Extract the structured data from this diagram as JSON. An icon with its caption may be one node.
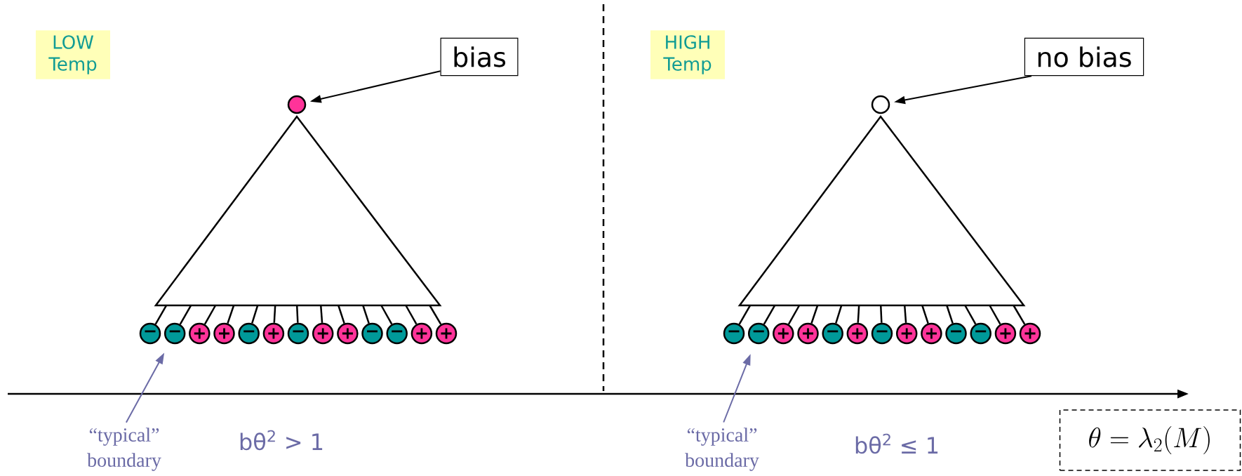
{
  "diagram": {
    "nodes": [
      {
        "text": [
          "LOW Temp"
        ]
      },
      {
        "text": [
          "bias"
        ]
      },
      {
        "text": [],
        "shape": "circle"
      },
      {
        "text": [],
        "shape": "triangle"
      },
      {
        "text": [
          "−"
        ]
      },
      {
        "text": [
          "−"
        ]
      },
      {
        "text": [
          "+"
        ]
      },
      {
        "text": [
          "+"
        ]
      },
      {
        "text": [
          "−"
        ]
      },
      {
        "text": [
          "+"
        ]
      },
      {
        "text": [
          "−"
        ]
      },
      {
        "text": [
          "+"
        ]
      },
      {
        "text": [
          "+"
        ]
      },
      {
        "text": [
          "−"
        ]
      },
      {
        "text": [
          "−"
        ]
      },
      {
        "text": [
          "+"
        ]
      },
      {
        "text": [
          "+"
        ]
      },
      {
        "text": [
          "“typical” boundary"
        ]
      },
      {
        "text": [
          "HIGH Temp"
        ]
      },
      {
        "text": [
          "no bias"
        ]
      },
      {
        "text": [],
        "shape": "circle"
      },
      {
        "text": [],
        "shape": "triangle"
      },
      {
        "text": [
          "−"
        ]
      },
      {
        "text": [
          "−"
        ]
      },
      {
        "text": [
          "+"
        ]
      },
      {
        "text": [
          "+"
        ]
      },
      {
        "text": [
          "−"
        ]
      },
      {
        "text": [
          "+"
        ]
      },
      {
        "text": [
          "−"
        ]
      },
      {
        "text": [
          "+"
        ]
      },
      {
        "text": [
          "+"
        ]
      },
      {
        "text": [
          "−"
        ]
      },
      {
        "text": [
          "−"
        ]
      },
      {
        "text": [
          "+"
        ]
      },
      {
        "text": [
          "+"
        ]
      },
      {
        "text": [
          "“typical” boundary"
        ]
      },
      {
        "text": [
          "\\theta = \\lambda_2(M)"
        ]
      }
    ],
    "edges": [
      {
        "from": 1,
        "to": 2,
        "arrow": "to"
      },
      {
        "from": 3,
        "to": 4,
        "arrow": "none"
      },
      {
        "from": 3,
        "to": 5,
        "arrow": "none"
      },
      {
        "from": 3,
        "to": 6,
        "arrow": "none"
      },
      {
        "from": 3,
        "to": 7,
        "arrow": "none"
      },
      {
        "from": 3,
        "to": 8,
        "arrow": "none"
      },
      {
        "from": 3,
        "to": 9,
        "arrow": "none"
      },
      {
        "from": 3,
        "to": 10,
        "arrow": "none"
      },
      {
        "from": 3,
        "to": 11,
        "arrow": "none"
      },
      {
        "from": 3,
        "to": 12,
        "arrow": "none"
      },
      {
        "from": 3,
        "to": 13,
        "arrow": "none"
      },
      {
        "from": 3,
        "to": 14,
        "arrow": "none"
      },
      {
        "from": 3,
        "to": 15,
        "arrow": "none"
      },
      {
        "from": 3,
        "to": 16,
        "arrow": "none"
      },
      {
        "from": 17,
        "to": 5,
        "arrow": "to",
        "color": "#6b6ba6"
      },
      {
        "from": 19,
        "to": 20,
        "arrow": "to"
      },
      {
        "from": 21,
        "to": 22,
        "arrow": "none"
      },
      {
        "from": 21,
        "to": 23,
        "arrow": "none"
      },
      {
        "from": 21,
        "to": 24,
        "arrow": "none"
      },
      {
        "from": 21,
        "to": 25,
        "arrow": "none"
      },
      {
        "from": 21,
        "to": 26,
        "arrow": "none"
      },
      {
        "from": 21,
        "to": 27,
        "arrow": "none"
      },
      {
        "from": 21,
        "to": 28,
        "arrow": "none"
      },
      {
        "from": 21,
        "to": 29,
        "arrow": "none"
      },
      {
        "from": 21,
        "to": 30,
        "arrow": "none"
      },
      {
        "from": 21,
        "to": 31,
        "arrow": "none"
      },
      {
        "from": 21,
        "to": 32,
        "arrow": "none"
      },
      {
        "from": 21,
        "to": 33,
        "arrow": "none"
      },
      {
        "from": 21,
        "to": 34,
        "arrow": "none"
      },
      {
        "from": 35,
        "to": 23,
        "arrow": "to",
        "color": "#6b6ba6"
      }
    ],
    "labels": [
      "bθ$^{2}$ > 1",
      "bθ$^{2}$ ≤ 1"
    ]
  }
}
